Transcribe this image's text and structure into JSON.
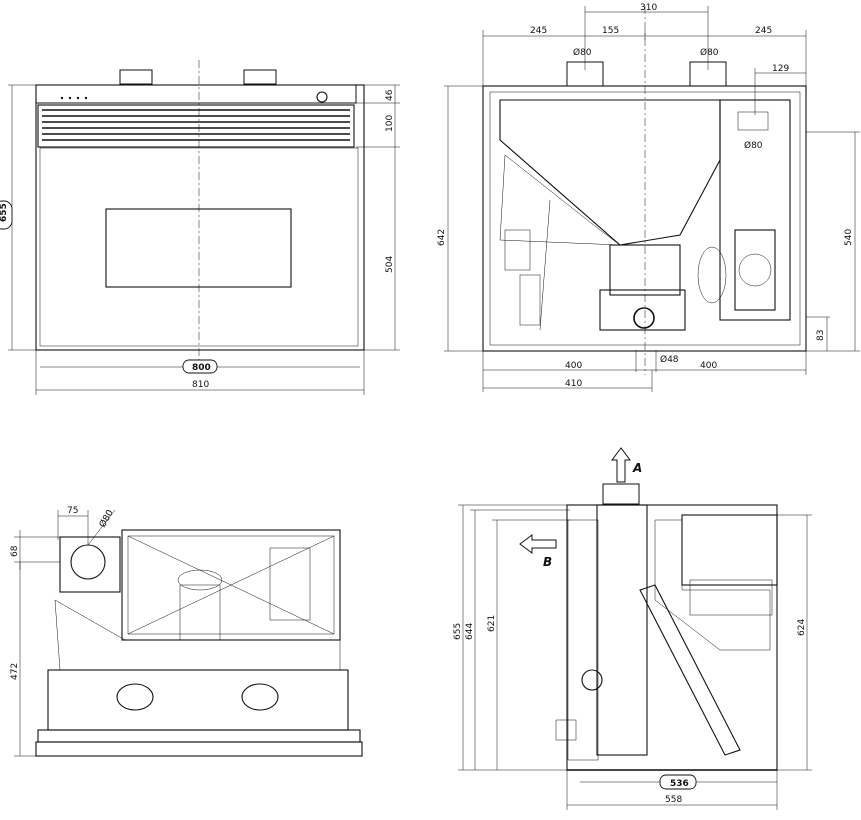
{
  "views": {
    "front": {
      "dims": {
        "height_total": "655",
        "top_46": "46",
        "grille_100": "100",
        "body_504": "504",
        "width_inner": "800",
        "width_total": "810"
      }
    },
    "rear": {
      "dims": {
        "top_310": "310",
        "left_245": "245",
        "mid_155": "155",
        "right_245": "245",
        "diam_left": "Ø80",
        "diam_right": "Ø80",
        "side_129": "129",
        "diam_side": "Ø80",
        "height_642": "642",
        "height_540": "540",
        "height_83": "83",
        "diam_48": "Ø48",
        "bottom_400_left": "400",
        "bottom_400_right": "400",
        "bottom_410": "410"
      }
    },
    "top": {
      "dims": {
        "offset_75": "75",
        "diam_80": "Ø80",
        "offset_68": "68",
        "depth_472": "472"
      }
    },
    "side": {
      "labels": {
        "arrow_a": "A",
        "arrow_b": "B"
      },
      "dims": {
        "h_655": "655",
        "h_644": "644",
        "h_621": "621",
        "h_624": "624",
        "depth_inner": "536",
        "depth_total": "558"
      }
    }
  }
}
